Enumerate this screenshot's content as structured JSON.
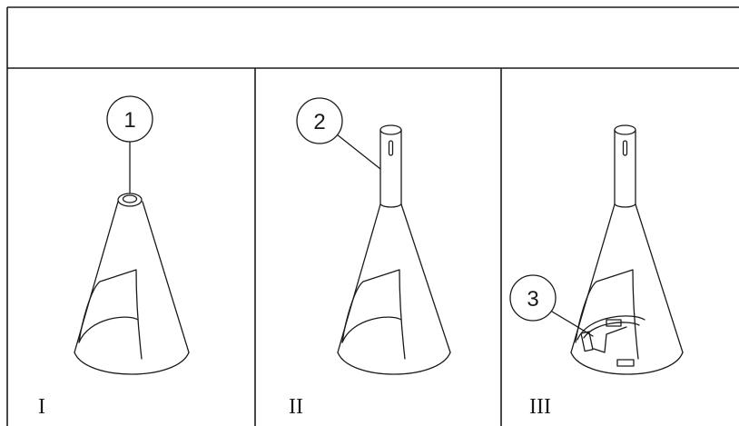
{
  "header": {
    "text": ""
  },
  "panels": [
    {
      "step_label": "I",
      "callout": "1"
    },
    {
      "step_label": "II",
      "callout": "2"
    },
    {
      "step_label": "III",
      "callout": "3"
    }
  ]
}
